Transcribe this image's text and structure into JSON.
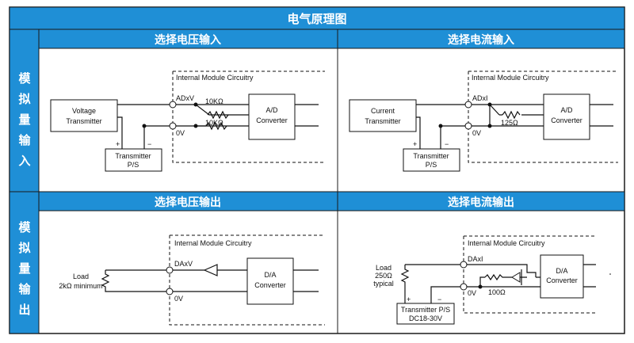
{
  "colors": {
    "header_blue": "#1f8fd6",
    "border": "#1a1a1a",
    "ink": "#111111"
  },
  "title": "电气原理图",
  "rows": {
    "input": "模拟量输入",
    "output": "模拟量输出"
  },
  "sections": {
    "voltage_input": {
      "title": "选择电压输入",
      "module": "Internal Module Circuitry",
      "source": [
        "Voltage",
        "Transmitter"
      ],
      "terminal_pos": "ADxV",
      "terminal_neg": "0V",
      "r1": "10KΩ",
      "r2": "10KΩ",
      "converter": [
        "A/D",
        "Converter"
      ],
      "psu": [
        "Transmitter",
        "P/S"
      ],
      "plus": "+",
      "minus": "−"
    },
    "current_input": {
      "title": "选择电流输入",
      "module": "Internal Module Circuitry",
      "source": [
        "Current",
        "Transmitter"
      ],
      "terminal_pos": "ADxI",
      "terminal_neg": "0V",
      "r1": "125Ω",
      "converter": [
        "A/D",
        "Converter"
      ],
      "psu": [
        "Transmitter",
        "P/S"
      ],
      "plus": "+",
      "minus": "−"
    },
    "voltage_output": {
      "title": "选择电压输出",
      "module": "Internal Module Circuitry",
      "load": [
        "Load",
        "2kΩ  minimum"
      ],
      "terminal_pos": "DAxV",
      "terminal_neg": "0V",
      "converter": [
        "D/A",
        "Converter"
      ]
    },
    "current_output": {
      "title": "选择电流输出",
      "module": "Internal Module Circuitry",
      "load": [
        "Load",
        "250Ω",
        "typical"
      ],
      "terminal_pos": "DAxI",
      "terminal_neg": "0V",
      "r1": "100Ω",
      "converter": [
        "D/A",
        "Converter"
      ],
      "psu": [
        "Transmitter P/S",
        "DC18-30V"
      ],
      "plus": "+",
      "minus": "−"
    }
  }
}
